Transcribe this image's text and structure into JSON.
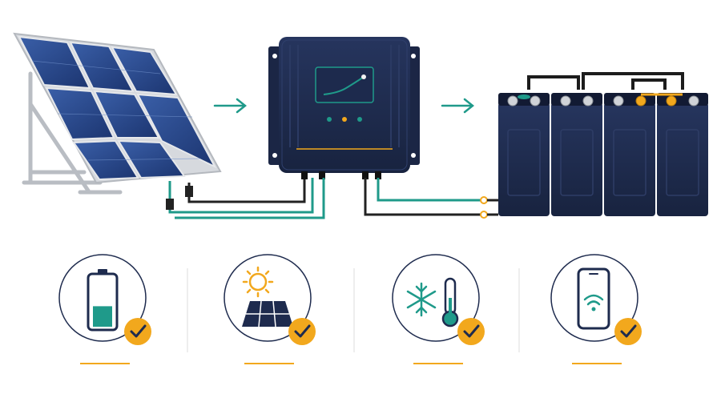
{
  "colors": {
    "navy": "#1e2b4e",
    "navy_dark": "#141d38",
    "panel_cell": "#2a4a8a",
    "teal": "#1f9a8a",
    "accent": "#f2a81d",
    "cable": "#222222",
    "frame": "#c9ccd1"
  },
  "diagram": {
    "components": [
      {
        "name": "solar-panel-array",
        "icon": "solar-panel-icon"
      },
      {
        "name": "charge-controller",
        "icon": "charge-controller-icon"
      },
      {
        "name": "battery-bank",
        "icon": "battery-bank-icon",
        "count": 4
      }
    ],
    "flow_arrows": [
      {
        "from": "solar-panel-array",
        "to": "charge-controller"
      },
      {
        "from": "charge-controller",
        "to": "battery-bank"
      }
    ]
  },
  "features": [
    {
      "name": "battery-level-check",
      "icon": "battery-icon",
      "checked": true,
      "level": 0.4
    },
    {
      "name": "solar-input-check",
      "icon": "sun-panel-icon",
      "checked": true
    },
    {
      "name": "temperature-compensation-check",
      "icon": "snowflake-thermometer-icon",
      "checked": true
    },
    {
      "name": "remote-monitoring-check",
      "icon": "smartphone-wifi-icon",
      "checked": true
    }
  ]
}
